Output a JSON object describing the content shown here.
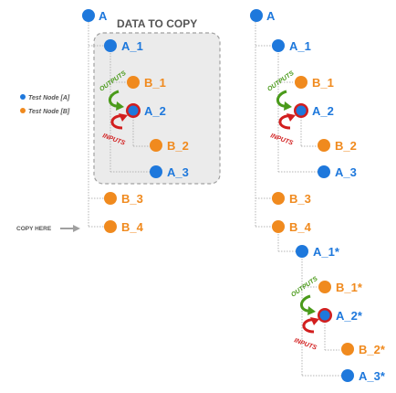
{
  "legend": {
    "items": [
      {
        "label": "Test Node [A]",
        "color": "#1e78dc"
      },
      {
        "label": "Test Node [B]",
        "color": "#f08a1e"
      }
    ]
  },
  "copy_box": {
    "title": "DATA TO COPY"
  },
  "copy_here": {
    "label": "COPY HERE"
  },
  "colors": {
    "node_a": "#1e78dc",
    "node_b": "#f08a1e",
    "selected_ring": "#d21e1e",
    "outputs": "#4a9a1a",
    "inputs": "#d21e1e",
    "tree_line": "#b4b4b4",
    "box_fill": "#ebebeb",
    "box_border": "#a0a0a0"
  },
  "left_tree": {
    "root": "A",
    "nodes": [
      {
        "id": "A_1",
        "label": "A_1",
        "type": "A"
      },
      {
        "id": "B_1",
        "label": "B_1",
        "type": "B"
      },
      {
        "id": "A_2",
        "label": "A_2",
        "type": "A",
        "selected": true
      },
      {
        "id": "B_2",
        "label": "B_2",
        "type": "B"
      },
      {
        "id": "A_3",
        "label": "A_3",
        "type": "A"
      },
      {
        "id": "B_3",
        "label": "B_3",
        "type": "B"
      },
      {
        "id": "B_4",
        "label": "B_4",
        "type": "B"
      }
    ],
    "connection_labels": {
      "outputs": "OUTPUTS",
      "inputs": "INPUTS"
    }
  },
  "right_tree": {
    "root": "A",
    "nodes": [
      {
        "id": "A_1",
        "label": "A_1",
        "type": "A"
      },
      {
        "id": "B_1",
        "label": "B_1",
        "type": "B"
      },
      {
        "id": "A_2",
        "label": "A_2",
        "type": "A",
        "selected": true
      },
      {
        "id": "B_2",
        "label": "B_2",
        "type": "B"
      },
      {
        "id": "A_3",
        "label": "A_3",
        "type": "A"
      },
      {
        "id": "B_3",
        "label": "B_3",
        "type": "B"
      },
      {
        "id": "B_4",
        "label": "B_4",
        "type": "B"
      },
      {
        "id": "A_1c",
        "label": "A_1*",
        "type": "A"
      },
      {
        "id": "B_1c",
        "label": "B_1*",
        "type": "B"
      },
      {
        "id": "A_2c",
        "label": "A_2*",
        "type": "A",
        "selected": true
      },
      {
        "id": "B_2c",
        "label": "B_2*",
        "type": "B"
      },
      {
        "id": "A_3c",
        "label": "A_3*",
        "type": "A"
      }
    ],
    "connection_labels": {
      "outputs": "OUTPUTS",
      "inputs": "INPUTS"
    },
    "copy_connection_labels": {
      "outputs": "OUTPUTS",
      "inputs": "INPUTS"
    }
  }
}
